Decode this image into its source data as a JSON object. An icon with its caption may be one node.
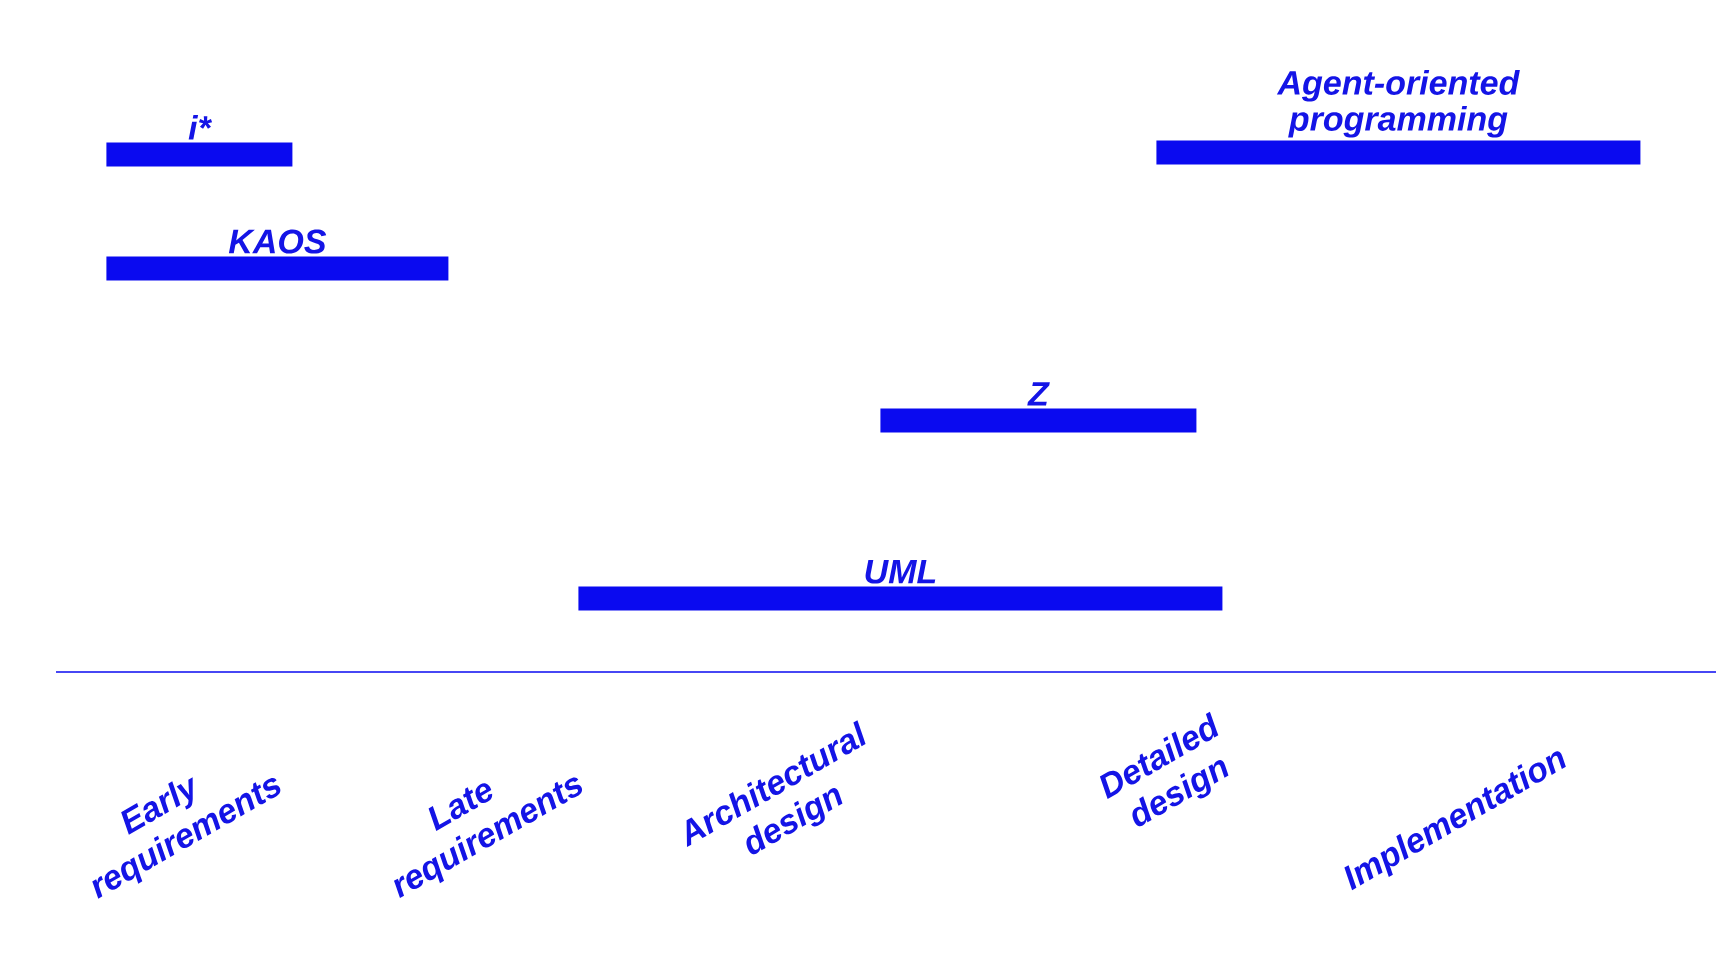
{
  "diagram": {
    "nodes": [
      {
        "text": [
          "i*"
        ]
      },
      {
        "text": [
          "KAOS"
        ]
      },
      {
        "text": [
          "Agent-oriented programming"
        ]
      },
      {
        "text": [
          "Z"
        ]
      },
      {
        "text": [
          "UML"
        ]
      }
    ],
    "labels": [
      "Early requirements",
      "Late requirements",
      "Architectural design",
      "Detailed design",
      "Implementation"
    ]
  }
}
